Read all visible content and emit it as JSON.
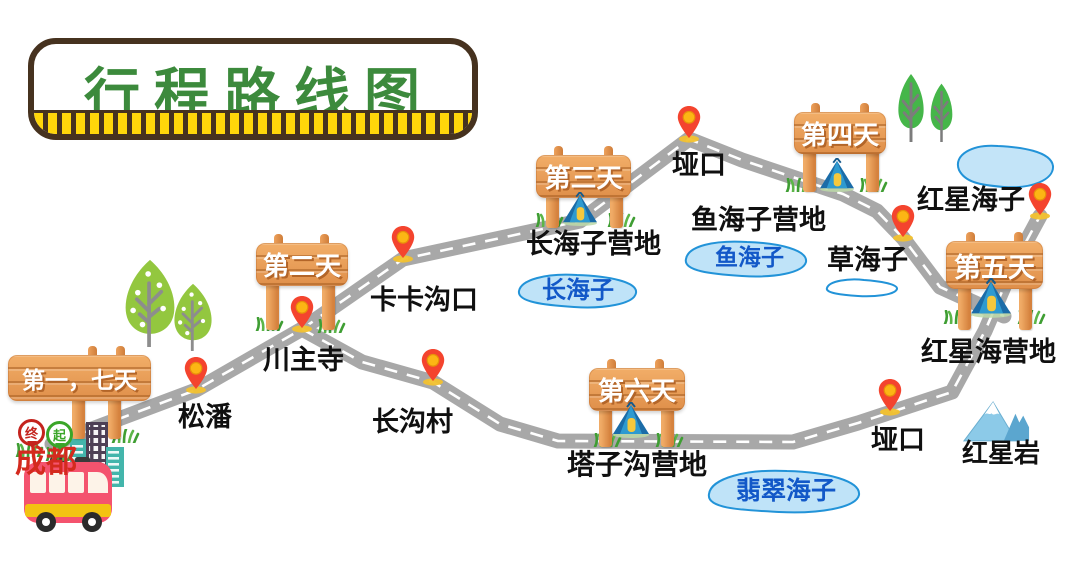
{
  "title": {
    "text": "行程路线图"
  },
  "days": {
    "d1_7": "第一，七天",
    "d2": "第二天",
    "d3": "第三天",
    "d4": "第四天",
    "d5": "第五天",
    "d6": "第六天"
  },
  "places": {
    "chengdu": "成都",
    "songpan": "松潘",
    "chuanzhusi": "川主寺",
    "kakagoukou": "卡卡沟口",
    "changgoucun": "长沟村",
    "yakou_north": "垭口",
    "yakou_south": "垭口",
    "caohaizi": "草海子",
    "hongxing_haizi": "红星海子",
    "hongxingyan": "红星岩"
  },
  "camps": {
    "changhaizi": "长海子营地",
    "yuhaizi": "鱼海子营地",
    "hongxinghai": "红星海营地",
    "tazigou": "塔子沟营地"
  },
  "lakes": {
    "changhaizi": "长海子",
    "yuhaizi": "鱼海子",
    "feicui": "翡翠海子"
  },
  "markers": {
    "start": "起",
    "end": "终"
  },
  "icons": {
    "pin": "location-pin",
    "tent": "camp-tent",
    "tree": "tree",
    "grass": "grass-tuft",
    "bus": "bus",
    "buildings": "city-buildings",
    "mountain": "snow-mountain"
  },
  "colors": {
    "title_green": "#3c8a3c",
    "banner_brown": "#46321f",
    "band_yellow": "#ffd60a",
    "wood": "#e89b55",
    "road_gray": "#a8a8a8",
    "road_dash": "#ffffff",
    "pin_red": "#f4442e",
    "pin_center": "#fcb614",
    "lake_fill": "#bfe3f8",
    "lake_stroke": "#2293d8",
    "lake_text_blue": "#1258c8",
    "city_red": "#d42a1e",
    "bus_pink": "#f4536e",
    "tent_blue": "#2e9ad0",
    "tree_green": "#93c73f"
  }
}
